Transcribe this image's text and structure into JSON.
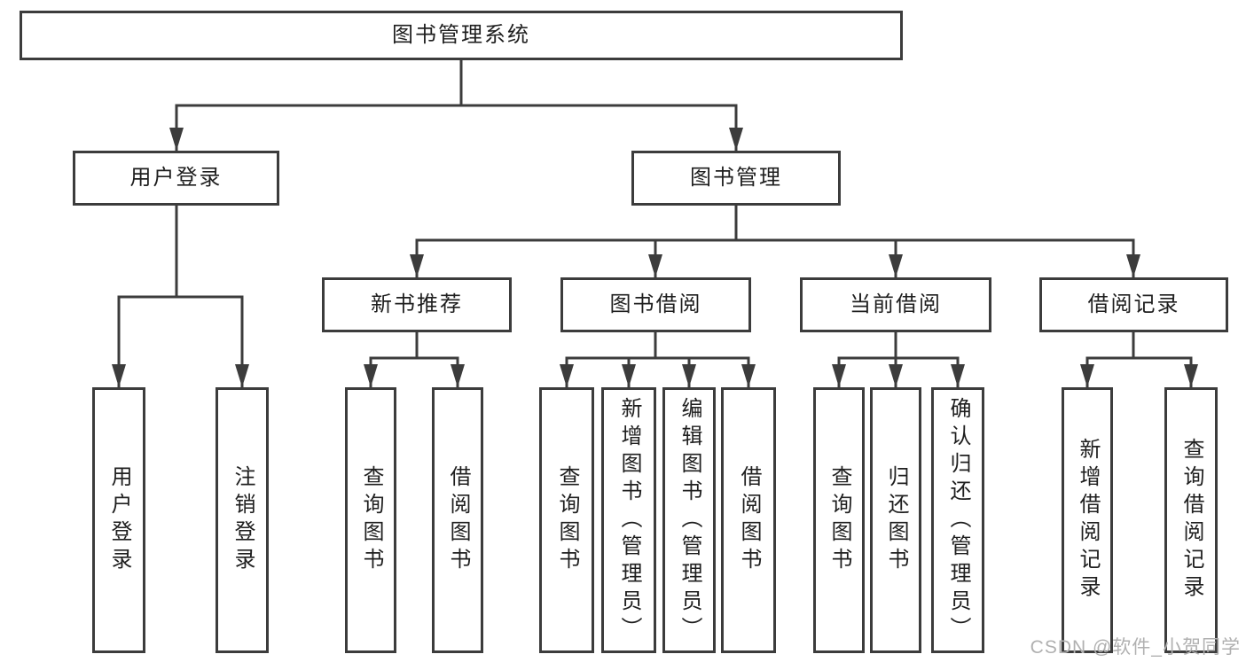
{
  "colors": {
    "background": "#ffffff",
    "line": "#3c3c3c",
    "text": "#1f1f1f",
    "watermark": "#b0b0b0"
  },
  "watermark": "CSDN @软件_小贺同学",
  "tree": {
    "root": {
      "label": "图书管理系统"
    },
    "branches": [
      {
        "label": "用户登录",
        "children": [
          {
            "label": "用户登录"
          },
          {
            "label": "注销登录"
          }
        ]
      },
      {
        "label": "图书管理",
        "children": [
          {
            "label": "新书推荐",
            "children": [
              {
                "label": "查询图书"
              },
              {
                "label": "借阅图书"
              }
            ]
          },
          {
            "label": "图书借阅",
            "children": [
              {
                "label": "查询图书"
              },
              {
                "label": "新增图书（管理员）"
              },
              {
                "label": "编辑图书（管理员）"
              },
              {
                "label": "借阅图书"
              }
            ]
          },
          {
            "label": "当前借阅",
            "children": [
              {
                "label": "查询图书"
              },
              {
                "label": "归还图书"
              },
              {
                "label": "确认归还（管理员）"
              }
            ]
          },
          {
            "label": "借阅记录",
            "children": [
              {
                "label": "新增借阅记录"
              },
              {
                "label": "查询借阅记录"
              }
            ]
          }
        ]
      }
    ]
  }
}
